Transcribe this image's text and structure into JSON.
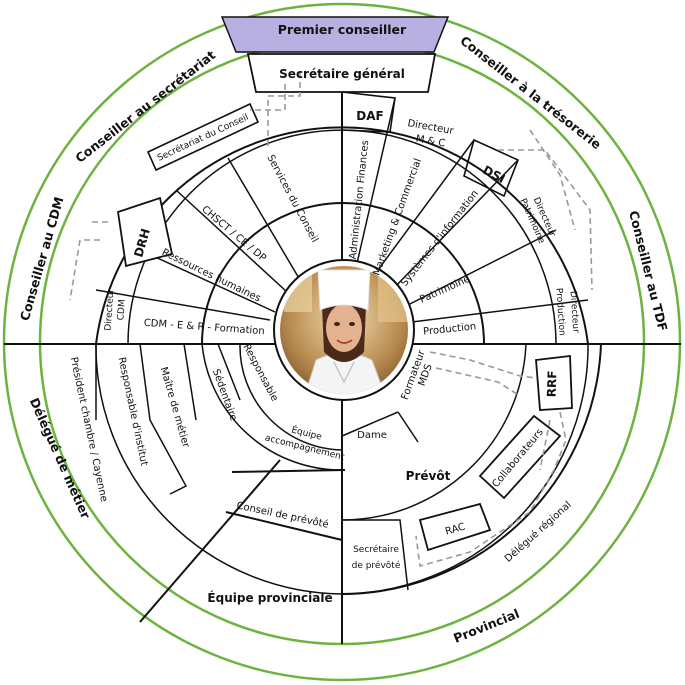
{
  "colors": {
    "ring": "#6db33f",
    "top_tab": "#b8b0e0",
    "line": "#111111",
    "dash": "#999999"
  },
  "outer": {
    "premier": "Premier conseiller",
    "secretariat": "Conseiller au secrétariat",
    "tresorerie": "Conseiller à la trésorerie",
    "cdm": "Conseiller au CDM",
    "tdf": "Conseiller au TDF",
    "metier": "Délégué de métier",
    "provincial": "Provincial"
  },
  "middle": {
    "secretaire_general": "Secrétaire général",
    "daf": "DAF",
    "directeur_mc_1": "Directeur",
    "directeur_mc_2": "M & C",
    "dsi": "DSI",
    "dir_patrimoine_1": "Directeur",
    "dir_patrimoine_2": "Patrimoine",
    "dir_production_1": "Directeur",
    "dir_production_2": "Production",
    "secretariat_conseil": "Secrétariat du Conseil",
    "drh": "DRH",
    "dir_cdm_1": "Directeur",
    "dir_cdm_2": "CDM",
    "president": "Président chambre / Cayenne",
    "delegue_regional": "Délégué régional",
    "rrf": "RRF",
    "collaborateurs": "Collaborateurs",
    "rac": "RAC",
    "equipe_provinciale": "Équipe provinciale"
  },
  "inner": {
    "services": "Services du Conseil",
    "chsct": "CHSCT / CE / DP",
    "rh": "Ressources humaines",
    "cdm_formation": "CDM - E & R - Formation",
    "admin": "Administration Finances",
    "marketing": "Marketing & Commercial",
    "systemes": "Systèmes d'information",
    "patrimoine": "Patrimoine",
    "production": "Production",
    "formateur_1": "Formateur",
    "formateur_2": "MDS",
    "responsable": "Responsable",
    "sedentaire": "Sédentaire",
    "maitre": "Maître de métier",
    "responsable_institut": "Responsable d'institut",
    "equipe_1": "Équipe",
    "equipe_2": "accompagnement",
    "dame": "Dame",
    "prevot": "Prévôt",
    "conseil_prevote": "Conseil de prévôté",
    "secretaire_prevote_1": "Secrétaire",
    "secretaire_prevote_2": "de prévôté"
  }
}
